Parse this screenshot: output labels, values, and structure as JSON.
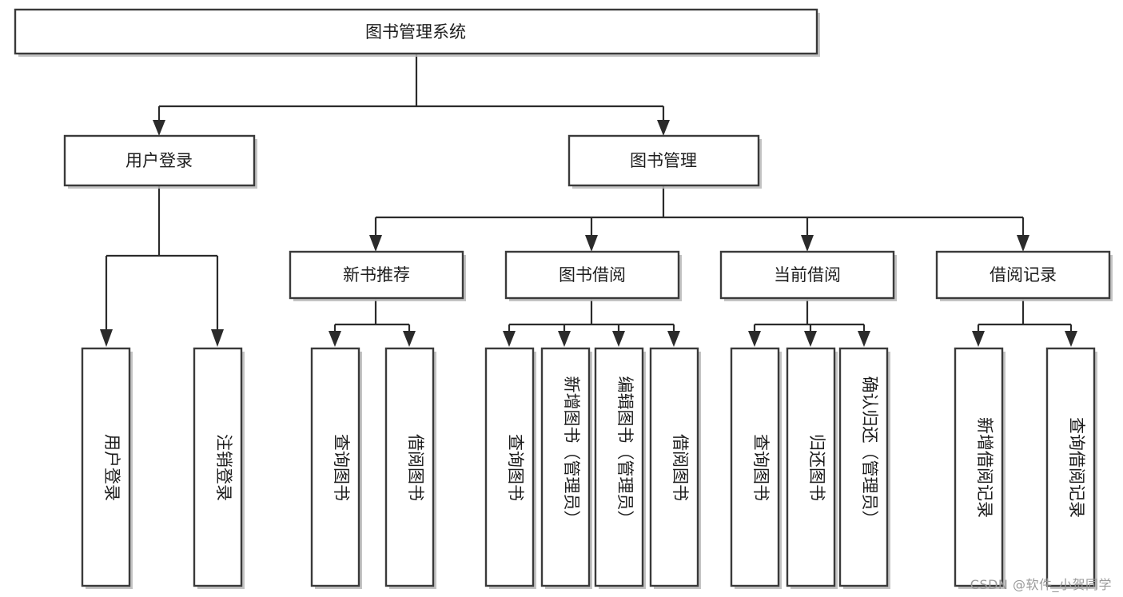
{
  "diagram": {
    "type": "hierarchy-tree",
    "title": "图书管理系统",
    "watermark": "CSDN @软件_小贺同学",
    "colors": {
      "box_fill": "#ffffff",
      "box_stroke": "#3a3a3a",
      "connector": "#2b2b2b",
      "label_text": "#1d1d1d",
      "watermark_text": "#9a9a9a",
      "background": "#ffffff"
    },
    "levels": {
      "root": "图书管理系统",
      "level2": [
        "用户登录",
        "图书管理"
      ],
      "level3": [
        "新书推荐",
        "图书借阅",
        "当前借阅",
        "借阅记录"
      ]
    },
    "nodes": {
      "root": {
        "label": "图书管理系统"
      },
      "user_login": {
        "label": "用户登录"
      },
      "book_manage": {
        "label": "图书管理"
      },
      "new_book_rec": {
        "label": "新书推荐"
      },
      "book_borrow": {
        "label": "图书借阅"
      },
      "current_borrow": {
        "label": "当前借阅"
      },
      "borrow_record": {
        "label": "借阅记录"
      }
    },
    "leaves": {
      "user_login_children": [
        {
          "label": "用户登录"
        },
        {
          "label": "注销登录"
        }
      ],
      "new_book_rec_children": [
        {
          "label": "查询图书"
        },
        {
          "label": "借阅图书"
        }
      ],
      "book_borrow_children": [
        {
          "label": "查询图书"
        },
        {
          "label": "新增图书（管理员）"
        },
        {
          "label": "编辑图书（管理员）"
        },
        {
          "label": "借阅图书"
        }
      ],
      "current_borrow_children": [
        {
          "label": "查询图书"
        },
        {
          "label": "归还图书"
        },
        {
          "label": "确认归还（管理员）"
        }
      ],
      "borrow_record_children": [
        {
          "label": "新增借阅记录"
        },
        {
          "label": "查询借阅记录"
        }
      ]
    }
  }
}
